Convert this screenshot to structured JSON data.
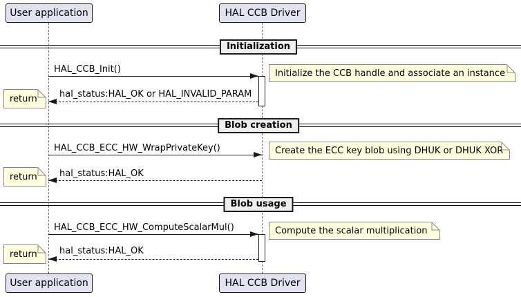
{
  "participants": {
    "left": {
      "label": "User application"
    },
    "right": {
      "label": "HAL CCB Driver"
    }
  },
  "sections": [
    {
      "divider": "Initialization",
      "call": "HAL_CCB_Init()",
      "note": "Initialize the CCB handle and associate an instance",
      "return": "hal_status:HAL_OK or HAL_INVALID_PARAM",
      "return_note": "return"
    },
    {
      "divider": "Blob creation",
      "call": "HAL_CCB_ECC_HW_WrapPrivateKey()",
      "note": "Create the ECC key blob using DHUK or DHUK XOR",
      "return": "hal_status:HAL_OK",
      "return_note": "return"
    },
    {
      "divider": "Blob usage",
      "call": "HAL_CCB_ECC_HW_ComputeScalarMul()",
      "note": "Compute the scalar multiplication",
      "return": "hal_status:HAL_OK",
      "return_note": "return"
    }
  ],
  "colors": {
    "participant_fill": "#E2E2F0",
    "participant_border": "#181818",
    "note_fill": "#FEFFDD",
    "note_border": "#888888",
    "divider_fill": "#EEEEEE",
    "message_line": "#181818",
    "lifeline": "#777777"
  }
}
